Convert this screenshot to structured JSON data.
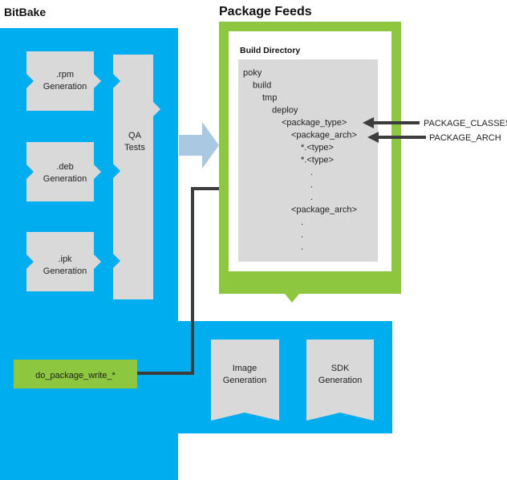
{
  "bitbake": {
    "title": "BitBake",
    "gen_boxes": [
      {
        "line1": ".rpm",
        "line2": "Generation"
      },
      {
        "line1": ".deb",
        "line2": "Generation"
      },
      {
        "line1": ".ipk",
        "line2": "Generation"
      }
    ],
    "qa": {
      "line1": "QA",
      "line2": "Tests"
    },
    "task": "do_package_write_*"
  },
  "feeds": {
    "title": "Package Feeds",
    "build_dir_title": "Build Directory",
    "tree": [
      {
        "text": "poky",
        "indent": 0
      },
      {
        "text": "build",
        "indent": 1
      },
      {
        "text": "tmp",
        "indent": 2
      },
      {
        "text": "deploy",
        "indent": 3
      },
      {
        "text": "<package_type>",
        "indent": 4
      },
      {
        "text": "<package_arch>",
        "indent": 5
      },
      {
        "text": "*.<type>",
        "indent": 6
      },
      {
        "text": "*.<type>",
        "indent": 6
      },
      {
        "text": ".",
        "indent": 7
      },
      {
        "text": ".",
        "indent": 7
      },
      {
        "text": ".",
        "indent": 7
      },
      {
        "text": "<package_arch>",
        "indent": 5
      },
      {
        "text": ".",
        "indent": 6
      },
      {
        "text": ".",
        "indent": 6
      },
      {
        "text": ".",
        "indent": 6
      }
    ]
  },
  "variables": [
    "PACKAGE_CLASSES",
    "PACKAGE_ARCH"
  ],
  "outputs": [
    {
      "line1": "Image",
      "line2": "Generation"
    },
    {
      "line1": "SDK",
      "line2": "Generation"
    }
  ],
  "colors": {
    "blue": "#00adef",
    "gray": "#d9d9d9",
    "green": "#8dc63f",
    "light_blue_arrow": "#a9c8e2",
    "dark_line": "#3d3d3d"
  }
}
